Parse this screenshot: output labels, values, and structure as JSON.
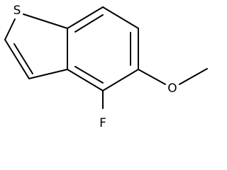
{
  "molecule": {
    "atoms": {
      "sulfur": "S",
      "oxygen": "O",
      "fluorine": "F"
    }
  }
}
